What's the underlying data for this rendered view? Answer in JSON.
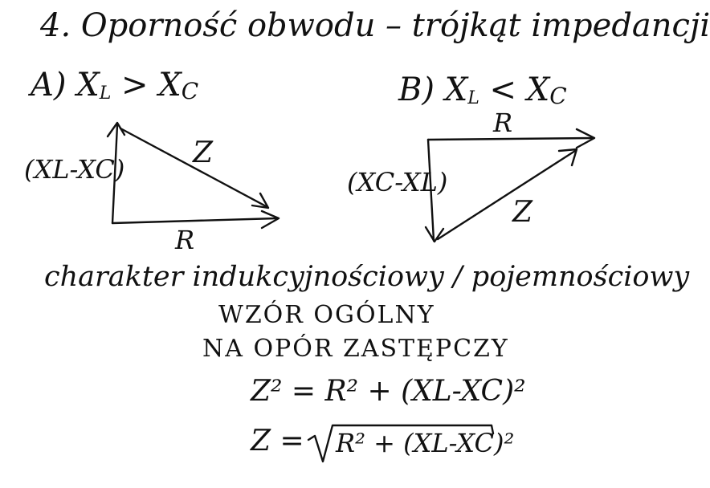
{
  "title": "4. Oporność obwodu – trójkąt impedancji",
  "case_a": {
    "label": "A)  X",
    "sub1": "L",
    "op": " > X",
    "sub2": "C",
    "side_vertical": "(XL-XC)",
    "hypotenuse": "Z",
    "base": "R"
  },
  "case_b": {
    "label": "B)  X",
    "sub1": "L",
    "op": " < X",
    "sub2": "C",
    "top": "R",
    "side_vertical": "(XC-XL)",
    "hypotenuse": "Z"
  },
  "character_line": "charakter indukcyjnościowy / pojemnościowy",
  "formula_heading_1": "WZÓR OGÓLNY",
  "formula_heading_2": "NA OPÓR ZASTĘPCZY",
  "formula_1": "Z² = R² + (XL-XC)²",
  "formula_2_lhs": "Z = ",
  "formula_2_rad": "R² + (XL-XC)²"
}
